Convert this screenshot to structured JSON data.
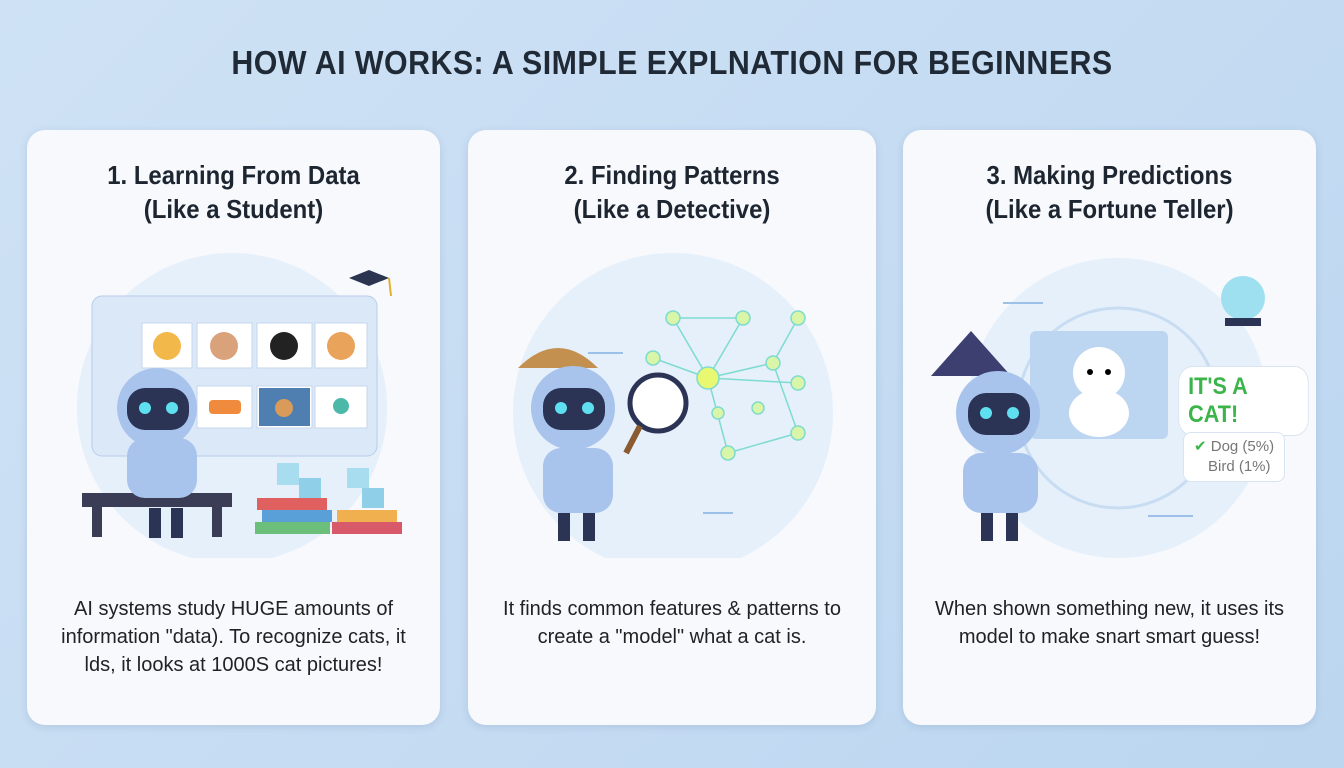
{
  "title": "HOW AI WORKS: A SIMPLE EXPLNATION FOR BEGINNERS",
  "cards": [
    {
      "title_line1": "1. Learning From Data",
      "title_line2": "(Like a Student)",
      "body": "AI systems study HUGE amounts of information \"data). To recognize cats, it lds, it looks at 1000S cat pictures!"
    },
    {
      "title_line1": "2. Finding Patterns",
      "title_line2": "(Like a Detective)",
      "body": "It finds common features & patterns to create a \"model\" what a cat is."
    },
    {
      "title_line1": "3. Making Predictions",
      "title_line2": "(Like a Fortune Teller)",
      "body": "When shown something new, it uses its model to make snart smart guess!",
      "prediction": "IT'S A CAT!",
      "alternatives": [
        "Dog (5%)",
        "Bird (1%)"
      ]
    }
  ],
  "colors": {
    "background": "#c5dcf2",
    "card": "#f7f9fd",
    "accent_green": "#3cb44a",
    "robot": "#a9c4ec"
  }
}
